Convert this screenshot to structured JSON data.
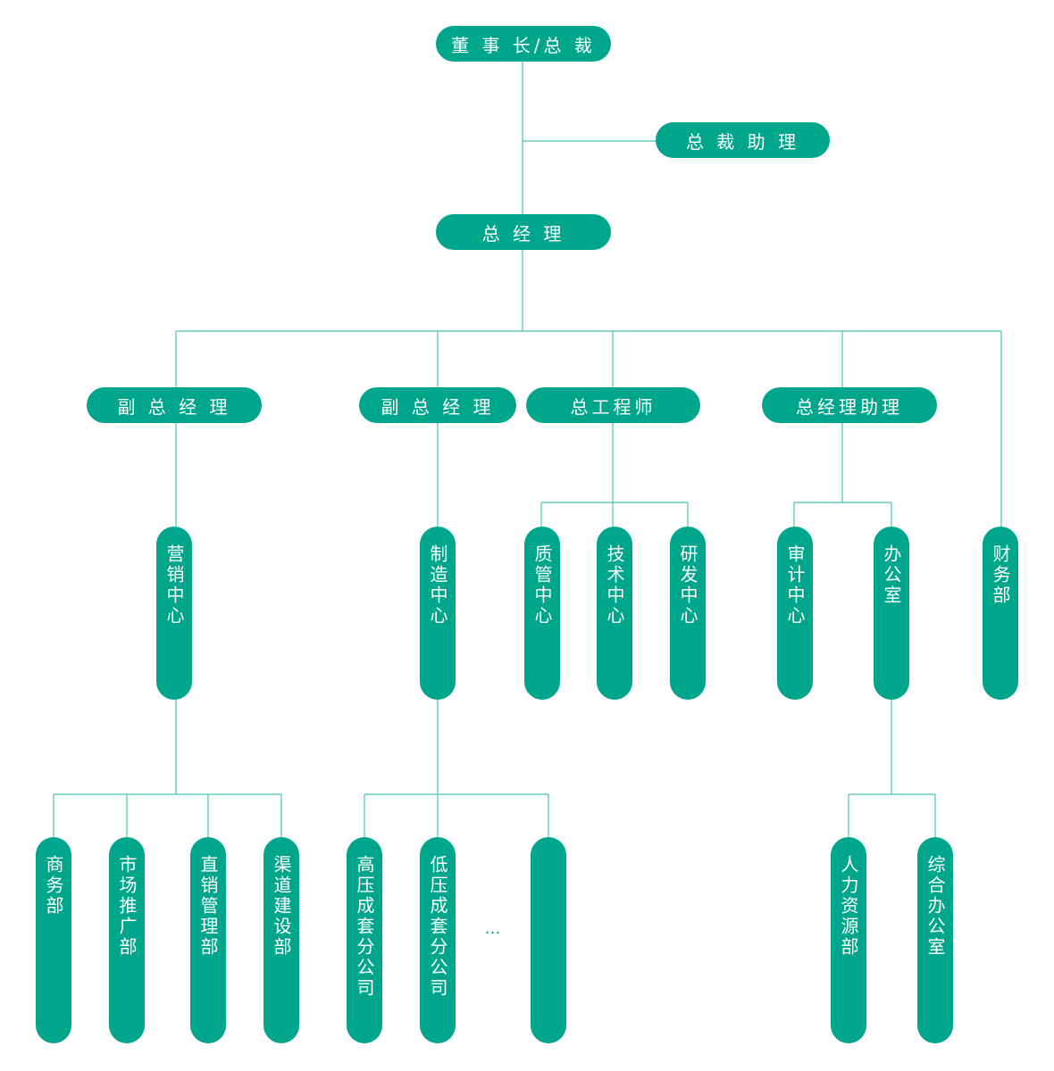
{
  "colors": {
    "node": "#00A68C",
    "line": "#4CC3B1",
    "text": "#ffffff"
  },
  "nodes": {
    "chairman": "董 事 长/总 裁",
    "president_assistant": "总 裁 助 理",
    "general_manager": "总 经 理",
    "deputy_gm_1": "副 总 经 理",
    "deputy_gm_2": "副 总 经 理",
    "chief_engineer": "总工程师",
    "gm_assistant": "总经理助理",
    "marketing_center": "营销中心",
    "manufacturing_center": "制造中心",
    "quality_center": "质管中心",
    "technology_center": "技术中心",
    "rnd_center": "研发中心",
    "audit_center": "审计中心",
    "office": "办公室",
    "finance_dept": "财务部",
    "business_dept": "商务部",
    "market_promotion_dept": "市场推广部",
    "direct_sales_dept": "直销管理部",
    "channel_dept": "渠道建设部",
    "hv_company": "高压成套分公司",
    "lv_company": "低压成套分公司",
    "blank_company": "",
    "hr_dept": "人力资源部",
    "general_office": "综合办公室"
  },
  "ellipsis": "…"
}
